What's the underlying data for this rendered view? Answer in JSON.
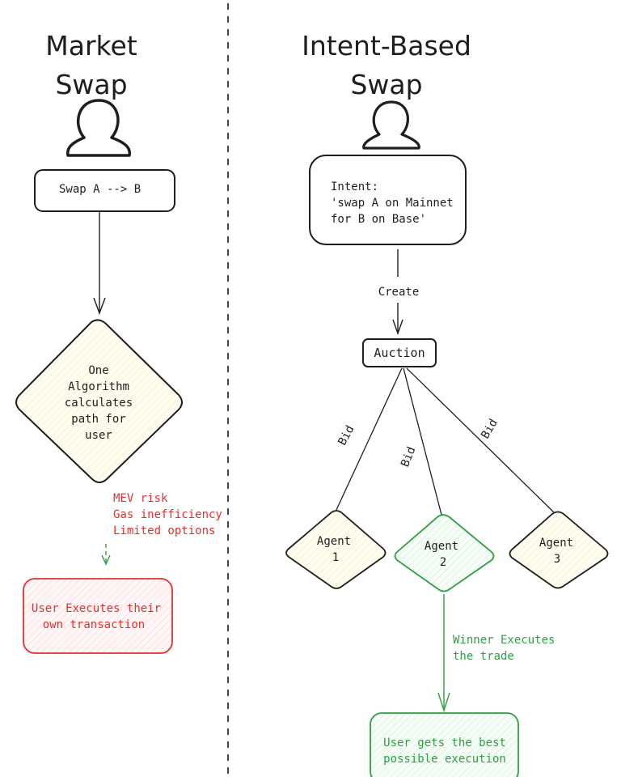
{
  "left_panel": {
    "title_line1": "Market",
    "title_line2": "Swap",
    "user_icon": "user-icon",
    "swap_box_label": "Swap A --> B",
    "algorithm_lines": [
      "One",
      "Algorithm",
      "calculates",
      "path for",
      "user"
    ],
    "risks": [
      "MEV risk",
      "Gas inefficiency",
      "Limited options"
    ],
    "execute_lines": [
      "User Executes their",
      "own transaction"
    ]
  },
  "right_panel": {
    "title_line1": "Intent-Based",
    "title_line2": "Swap",
    "user_icon": "user-icon",
    "intent_lines": [
      "Intent:",
      "'swap A on Mainnet",
      "for B on Base'"
    ],
    "create_label": "Create",
    "auction_label": "Auction",
    "bid_labels": [
      "Bid",
      "Bid",
      "Bid"
    ],
    "agents": [
      {
        "line1": "Agent",
        "line2": "1"
      },
      {
        "line1": "Agent",
        "line2": "2"
      },
      {
        "line1": "Agent",
        "line2": "3"
      }
    ],
    "winner_lines": [
      "Winner Executes",
      "the trade"
    ],
    "result_lines": [
      "User gets the best",
      "possible execution"
    ]
  },
  "colors": {
    "stroke": "#1e1e1e",
    "yellow_fill": "#fff9db",
    "red": "#e03131",
    "red_fill": "#ffe3e3",
    "green": "#2f9e44",
    "green_fill": "#ebfbee"
  }
}
